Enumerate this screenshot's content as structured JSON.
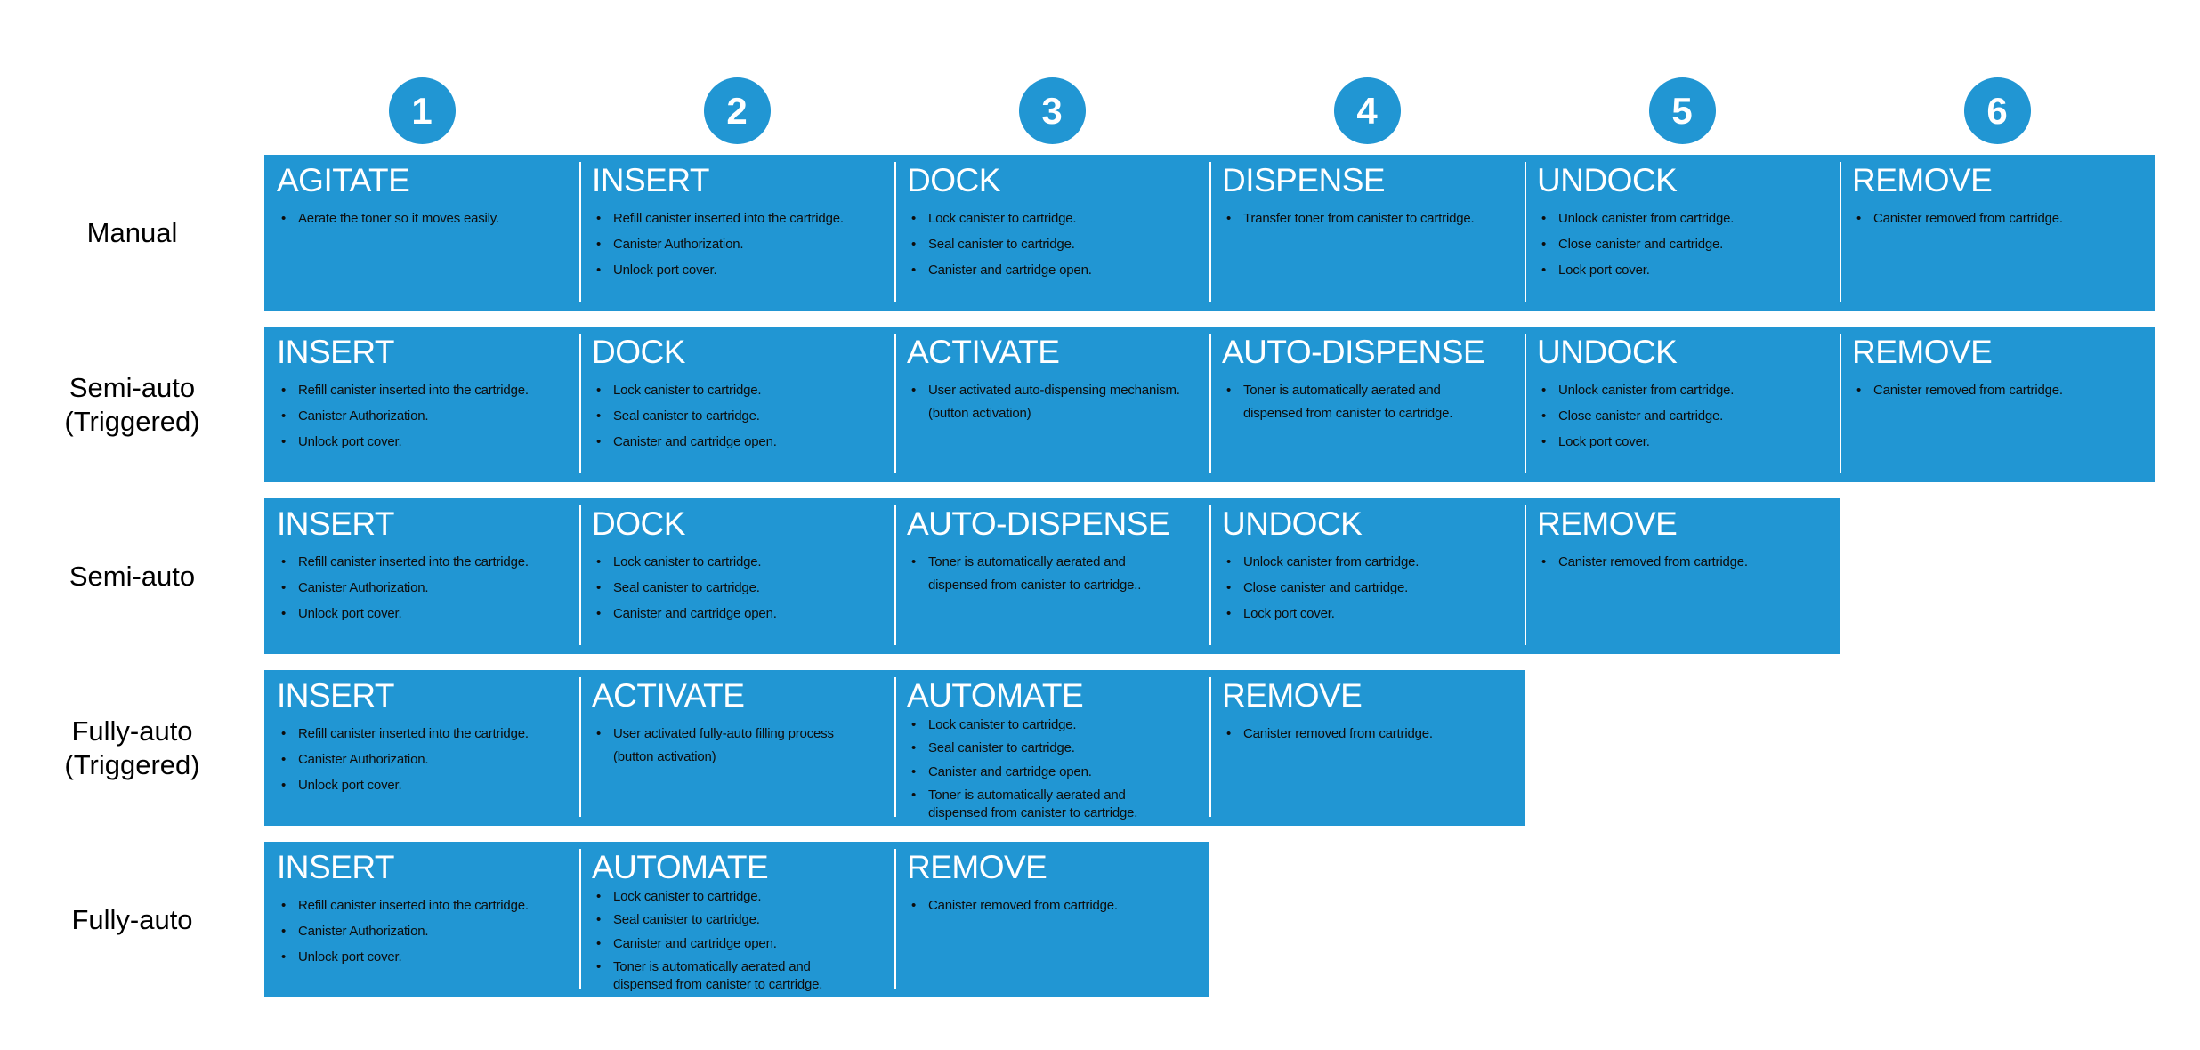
{
  "colors": {
    "accent_blue": "#2196d3",
    "title_text": "#ffffff",
    "body_text": "#0d0d0d",
    "label_text": "#000000",
    "background": "#ffffff"
  },
  "steps": [
    "1",
    "2",
    "3",
    "4",
    "5",
    "6"
  ],
  "rows": [
    {
      "label": "Manual",
      "cells": [
        {
          "title": "AGITATE",
          "bullets": [
            "Aerate the toner so it moves easily."
          ]
        },
        {
          "title": "INSERT",
          "bullets": [
            "Refill canister inserted into the cartridge.",
            "Canister Authorization.",
            "Unlock port cover."
          ]
        },
        {
          "title": "DOCK",
          "bullets": [
            "Lock canister to cartridge.",
            "Seal canister to cartridge.",
            "Canister and cartridge open."
          ]
        },
        {
          "title": "DISPENSE",
          "bullets": [
            "Transfer toner from canister to cartridge."
          ]
        },
        {
          "title": "UNDOCK",
          "bullets": [
            "Unlock canister from cartridge.",
            "Close canister and cartridge.",
            "Lock port cover."
          ]
        },
        {
          "title": "REMOVE",
          "bullets": [
            "Canister removed from cartridge."
          ]
        }
      ]
    },
    {
      "label": "Semi-auto\n(Triggered)",
      "cells": [
        {
          "title": "INSERT",
          "bullets": [
            "Refill canister inserted into the cartridge.",
            "Canister Authorization.",
            "Unlock port cover."
          ]
        },
        {
          "title": "DOCK",
          "bullets": [
            "Lock canister to cartridge.",
            "Seal canister to cartridge.",
            "Canister and cartridge open."
          ]
        },
        {
          "title": "ACTIVATE",
          "bullets": [
            "User activated auto-dispensing mechanism.\n(button activation)"
          ]
        },
        {
          "title": "AUTO-DISPENSE",
          "bullets": [
            "Toner is automatically aerated and\ndispensed from canister to cartridge."
          ]
        },
        {
          "title": "UNDOCK",
          "bullets": [
            "Unlock canister from cartridge.",
            "Close canister and cartridge.",
            "Lock port cover."
          ]
        },
        {
          "title": "REMOVE",
          "bullets": [
            "Canister removed from cartridge."
          ]
        }
      ]
    },
    {
      "label": "Semi-auto",
      "cells": [
        {
          "title": "INSERT",
          "bullets": [
            "Refill canister inserted into the cartridge.",
            "Canister Authorization.",
            "Unlock port cover."
          ]
        },
        {
          "title": "DOCK",
          "bullets": [
            "Lock canister to cartridge.",
            "Seal canister to cartridge.",
            "Canister and cartridge open."
          ]
        },
        {
          "title": "AUTO-DISPENSE",
          "bullets": [
            "Toner is automatically aerated and\ndispensed from canister to cartridge.."
          ]
        },
        {
          "title": "UNDOCK",
          "bullets": [
            "Unlock canister from cartridge.",
            "Close canister and cartridge.",
            "Lock port cover."
          ]
        },
        {
          "title": "REMOVE",
          "bullets": [
            "Canister removed from cartridge."
          ]
        }
      ]
    },
    {
      "label": "Fully-auto\n(Triggered)",
      "cells": [
        {
          "title": "INSERT",
          "bullets": [
            "Refill canister inserted into the cartridge.",
            "Canister Authorization.",
            "Unlock port cover."
          ]
        },
        {
          "title": "ACTIVATE",
          "bullets": [
            "User activated fully-auto filling process\n(button activation)"
          ]
        },
        {
          "title": "AUTOMATE",
          "bullets": [
            "Lock canister to cartridge.",
            "Seal canister to cartridge.",
            "Canister and cartridge open.",
            "Toner is automatically aerated and\ndispensed from canister to cartridge."
          ]
        },
        {
          "title": "REMOVE",
          "bullets": [
            "Canister removed from cartridge."
          ]
        }
      ]
    },
    {
      "label": "Fully-auto",
      "cells": [
        {
          "title": "INSERT",
          "bullets": [
            "Refill canister inserted into the cartridge.",
            "Canister Authorization.",
            "Unlock port cover."
          ]
        },
        {
          "title": "AUTOMATE",
          "bullets": [
            "Lock canister to cartridge.",
            "Seal canister to cartridge.",
            "Canister and cartridge open.",
            "Toner is automatically aerated and\ndispensed from canister to cartridge."
          ]
        },
        {
          "title": "REMOVE",
          "bullets": [
            "Canister removed from cartridge."
          ]
        }
      ]
    }
  ]
}
